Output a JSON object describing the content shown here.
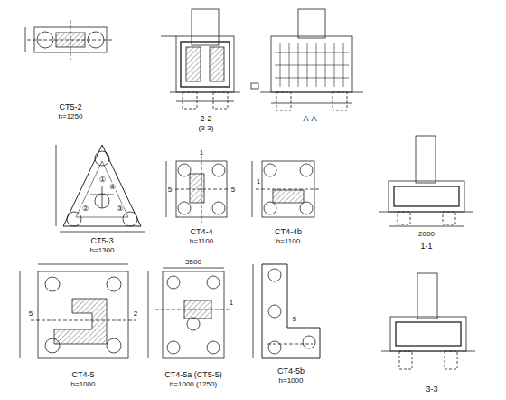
{
  "diagram": {
    "nodes": [],
    "edges": [],
    "labels": [
      "CT5-2",
      "h=1250",
      "2-2",
      "(3-3)",
      "A-A",
      "CT5-3",
      "h=1300",
      "CT4-4",
      "h=1100",
      "CT4-4b",
      "h=1100",
      "1-1",
      "2000",
      "CT4-5",
      "h=1000",
      "CT4-5a  (CT5-5)",
      "h=1000 (1250)",
      "CT4-5b",
      "h=1000",
      "3-3",
      "3500",
      "①",
      "②",
      "③",
      "④",
      "5",
      "5",
      "1",
      "1",
      "2",
      "5",
      "1",
      "5"
    ]
  }
}
